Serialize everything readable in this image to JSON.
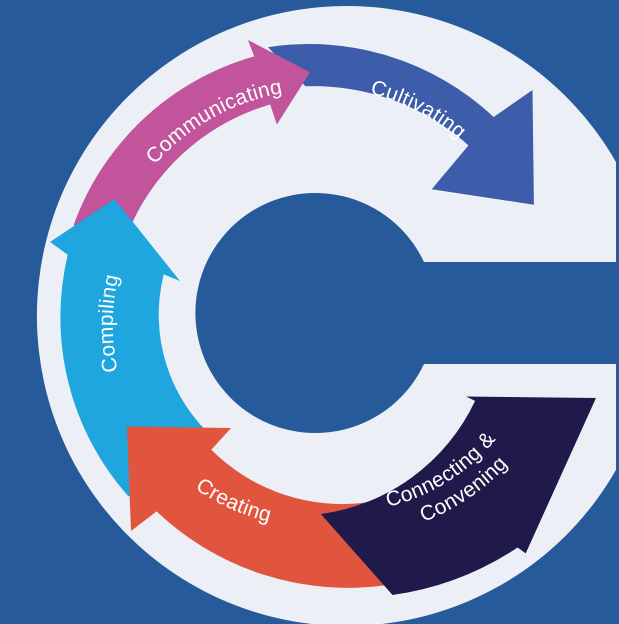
{
  "colors": {
    "background": "#275a9a",
    "ring": "#ecf0f6",
    "cultivating": "#3d5caa",
    "communicating": "#c1549b",
    "compiling": "#1fa6df",
    "creating": "#e1543d",
    "connecting": "#201a4b"
  },
  "segments": [
    {
      "key": "cultivating",
      "lines": [
        "Cultivating"
      ]
    },
    {
      "key": "communicating",
      "lines": [
        "Communicating"
      ]
    },
    {
      "key": "compiling",
      "lines": [
        "Compiling"
      ]
    },
    {
      "key": "creating",
      "lines": [
        "Creating"
      ]
    },
    {
      "key": "connecting",
      "lines": [
        "Connecting &",
        "Convening"
      ]
    }
  ]
}
